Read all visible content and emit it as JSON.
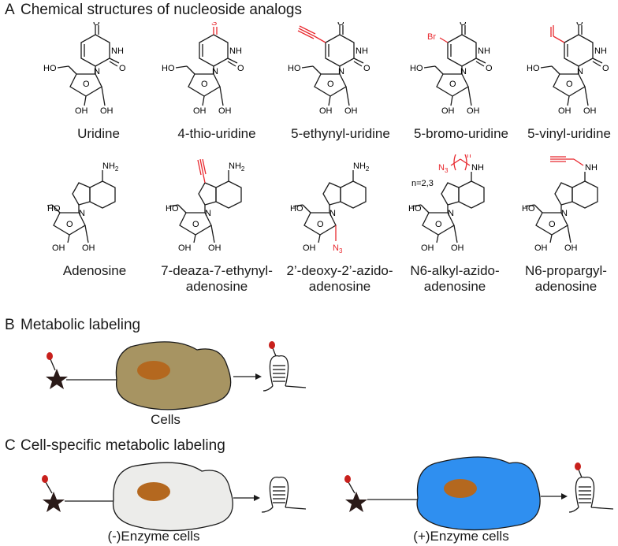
{
  "sections": {
    "a": {
      "letter": "A",
      "title": "Chemical structures of nucleoside analogs"
    },
    "b": {
      "letter": "B",
      "title": "Metabolic labeling"
    },
    "c": {
      "letter": "C",
      "title": "Cell-specific metabolic labeling"
    }
  },
  "nucleosides_row1": [
    {
      "name": "Uridine"
    },
    {
      "name": "4-thio-uridine"
    },
    {
      "name": "5-ethynyl-uridine"
    },
    {
      "name": "5-bromo-uridine"
    },
    {
      "name": "5-vinyl-uridine"
    }
  ],
  "nucleosides_row2": [
    {
      "name_line1": "Adenosine",
      "name_line2": ""
    },
    {
      "name_line1": "7-deaza-7-ethynyl-",
      "name_line2": "adenosine"
    },
    {
      "name_line1": "2’-deoxy-2’-azido-",
      "name_line2": "adenosine"
    },
    {
      "name_line1": "N6-alkyl-azido-",
      "name_line2": "adenosine"
    },
    {
      "name_line1": "N6-propargyl-",
      "name_line2": "adenosine"
    }
  ],
  "atoms": {
    "O": "O",
    "OH": "OH",
    "HO": "HO",
    "NH": "NH",
    "N": "N",
    "NH2": "NH",
    "sub2": "2",
    "S": "S",
    "Br": "Br",
    "N3": "N",
    "sub3": "3",
    "n": "n"
  },
  "alkyl_note": "n=2,3",
  "panel_b": {
    "cell_label": "Cells"
  },
  "panel_c": {
    "cell_left_label": "(-)Enzyme cells",
    "cell_right_label": "(+)Enzyme cells"
  },
  "colors": {
    "modification_red": "#e8282e",
    "cell_olive": "#a79462",
    "cell_grey": "#ececea",
    "cell_blue": "#2f8ff0",
    "nucleus_brown": "#b4681f",
    "nucleotide_red": "#c8201c",
    "star_dark": "#2a1a18"
  }
}
